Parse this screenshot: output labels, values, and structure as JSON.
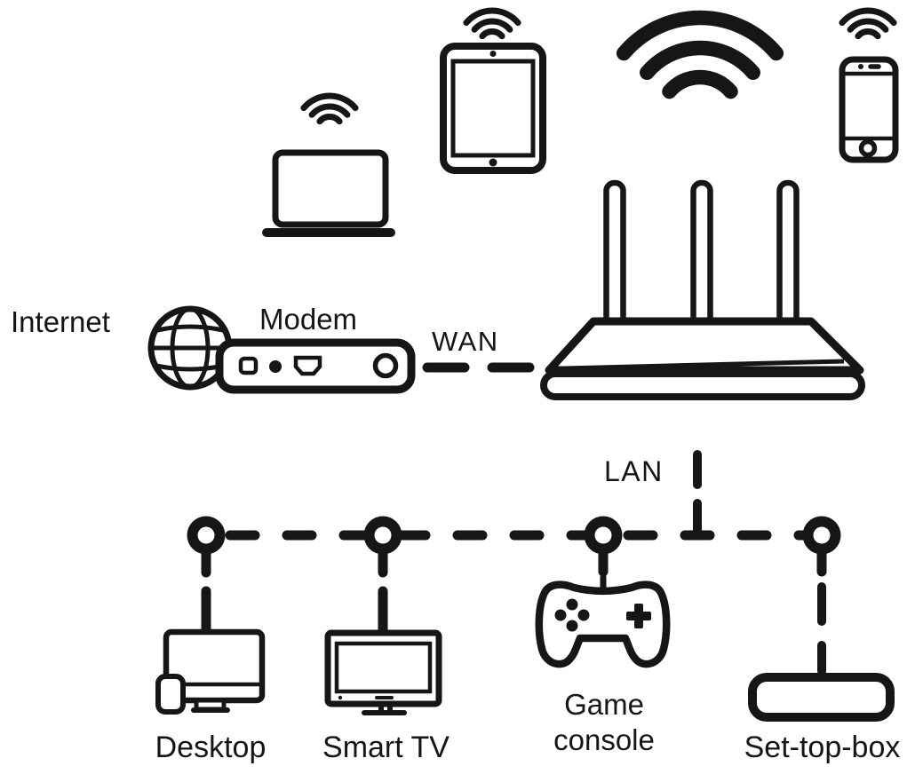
{
  "colors": {
    "ink": "#161616",
    "background": "#ffffff"
  },
  "diagram": {
    "internet": {
      "label": "Internet",
      "icon": "globe-icon"
    },
    "modem": {
      "label": "Modem",
      "icon": "modem-icon"
    },
    "wan_link": {
      "label": "WAN",
      "style": "dashed"
    },
    "router": {
      "icon": "wireless-router-icon",
      "antennas": 3
    },
    "wifi_signal": {
      "icon": "wifi-signal-icon"
    },
    "wireless_devices": [
      {
        "name": "laptop",
        "icon": "laptop-icon"
      },
      {
        "name": "tablet",
        "icon": "tablet-icon"
      },
      {
        "name": "smartphone",
        "icon": "smartphone-icon"
      }
    ],
    "lan_link": {
      "label": "LAN",
      "style": "dashed"
    },
    "lan_ports": 4,
    "wired_devices": [
      {
        "label": "Desktop",
        "icon": "desktop-computer-icon"
      },
      {
        "label": "Smart TV",
        "icon": "smart-tv-icon"
      },
      {
        "label": "Game\nconsole",
        "icon": "game-controller-icon"
      },
      {
        "label": "Set-top-box",
        "icon": "set-top-box-icon"
      }
    ]
  }
}
